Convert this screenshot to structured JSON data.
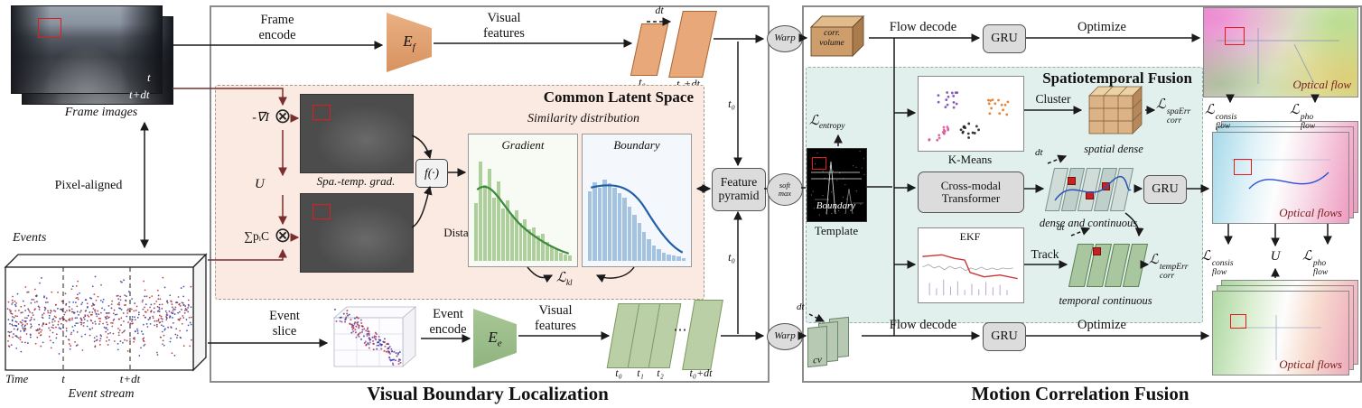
{
  "colors": {
    "gradient_bar": "rgba(124,179,96,0.6)",
    "boundary_bar": "rgba(110,160,205,0.6)"
  },
  "inputs": {
    "frame_t": "t",
    "frame_tdt": "t+dt",
    "frame_images": "Frame images",
    "pixel_aligned": "Pixel-aligned",
    "events": "Events",
    "time": "Time",
    "tick_t": "t",
    "tick_tdt": "t+dt",
    "event_stream": "Event stream"
  },
  "vbl": {
    "caption": "Visual Boundary Localization",
    "frame_encode_l1": "Frame",
    "frame_encode_l2": "encode",
    "enc_frame_base": "E",
    "enc_frame_sub": "f",
    "visual_feat_top_l1": "Visual",
    "visual_feat_top_l2": "features",
    "dt_top": "dt",
    "t0": "t₀",
    "t0dt": "t₀+dt",
    "t0_down": "t₀",
    "t0_up": "t₀",
    "pyramid_l1": "Feature",
    "pyramid_l2": "pyramid",
    "event_slice_l1": "Event",
    "event_slice_l2": "slice",
    "event_encode_l1": "Event",
    "event_encode_l2": "encode",
    "enc_event_base": "E",
    "enc_event_sub": "e",
    "visual_feat_bot_l1": "Visual",
    "visual_feat_bot_l2": "features",
    "slice_t0": "t₀",
    "slice_t1": "t₁",
    "slice_t2": "t₂",
    "slice_dots": "⋯",
    "slice_t0dt": "t₀+dt",
    "cls": {
      "title": "Common Latent Space",
      "neg_grad": "-∇I",
      "u": "U",
      "sum_pc": "∑pᵢC",
      "otimes": "⊗",
      "spa_temp_grad": "Spa.-temp. grad.",
      "f_of": "f(·)",
      "distance": "Distance",
      "similarity": "Similarity distribution",
      "gradient_label": "Gradient",
      "boundary_label": "Boundary",
      "loss_kl_base": "ℒ",
      "loss_kl_sub": "kl",
      "gradient_hist": [
        0.55,
        0.95,
        0.72,
        0.88,
        0.6,
        0.76,
        0.5,
        0.58,
        0.44,
        0.48,
        0.36,
        0.4,
        0.3,
        0.32,
        0.24,
        0.26,
        0.18,
        0.14,
        0.11,
        0.08,
        0.06,
        0.05
      ],
      "boundary_hist": [
        0.66,
        0.75,
        0.7,
        0.78,
        0.74,
        0.7,
        0.65,
        0.6,
        0.52,
        0.44,
        0.36,
        0.28,
        0.21,
        0.15,
        0.11,
        0.08,
        0.06,
        0.05,
        0.04,
        0.03
      ]
    }
  },
  "gap": {
    "warp_top": "Warp",
    "warp_bottom": "Warp",
    "softmax_l1": "soft",
    "softmax_l2": "max"
  },
  "mcf": {
    "caption": "Motion Correlation Fusion",
    "corr_l1": "corr.",
    "corr_l2": "volume",
    "flow_decode_top": "Flow decode",
    "gru_top": "GRU",
    "optimize_top": "Optimize",
    "optical_flow_top": "Optical flow",
    "flow_decode_bottom": "Flow decode",
    "gru_bottom": "GRU",
    "optimize_bottom": "Optimize",
    "optical_flows_mid": "Optical flows",
    "optical_flows_bottom": "Optical flows",
    "dt_cv": "dt",
    "cv": "cv",
    "u": "U",
    "loss_consis_base": "ℒ",
    "loss_consis_sub": "flow",
    "loss_consis_sup": "consis",
    "loss_pho_base": "ℒ",
    "loss_pho_sub": "flow",
    "loss_pho_sup": "pho",
    "fusion": {
      "title": "Spatiotemporal Fusion",
      "loss_entropy_base": "ℒ",
      "loss_entropy_sub": "entropy",
      "boundary": "Boundary",
      "template": "Template",
      "kmeans": "K-Means",
      "cluster": "Cluster",
      "spatial_dense": "spatial dense",
      "loss_spa_base": "ℒ",
      "loss_spa_sub": "corr",
      "loss_spa_sup": "spaErr",
      "transformer_l1": "Cross-modal",
      "transformer_l2": "Transformer",
      "dt_dense": "dt",
      "dense_continuous": "dense and continuous",
      "gru": "GRU",
      "ekf": "EKF",
      "track": "Track",
      "dt_temporal": "dt",
      "temporal_continuous": "temporal continuous",
      "loss_temp_base": "ℒ",
      "loss_temp_sub": "corr",
      "loss_temp_sup": "tempErr"
    }
  }
}
